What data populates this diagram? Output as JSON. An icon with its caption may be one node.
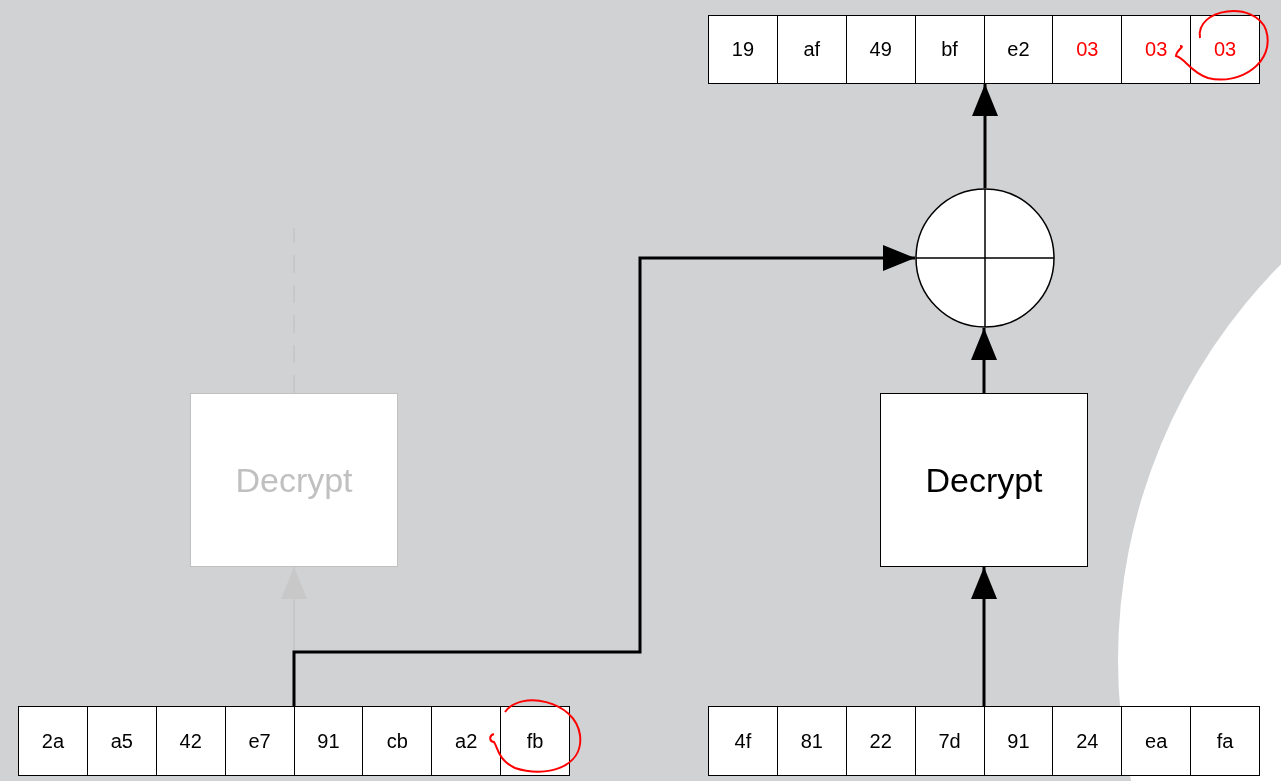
{
  "diagram": {
    "nodes": [
      {
        "text": [],
        "shape": "box"
      },
      {
        "text": [
          "19"
        ],
        "in": 0
      },
      {
        "text": [
          "af"
        ],
        "in": 0
      },
      {
        "text": [
          "49"
        ],
        "in": 0
      },
      {
        "text": [
          "bf"
        ],
        "in": 0
      },
      {
        "text": [
          "e2"
        ],
        "in": 0
      },
      {
        "text": [
          "03"
        ],
        "in": 0
      },
      {
        "text": [
          "03"
        ],
        "in": 0
      },
      {
        "text": [
          "03"
        ],
        "in": 0
      },
      {
        "text": [],
        "shape": "circle"
      },
      {
        "text": [
          "Decrypt"
        ]
      },
      {
        "text": [
          "Decrypt"
        ]
      },
      {
        "text": [],
        "shape": "box"
      },
      {
        "text": [
          "2a"
        ],
        "in": 12
      },
      {
        "text": [
          "a5"
        ],
        "in": 12
      },
      {
        "text": [
          "42"
        ],
        "in": 12
      },
      {
        "text": [
          "e7"
        ],
        "in": 12
      },
      {
        "text": [
          "91"
        ],
        "in": 12
      },
      {
        "text": [
          "cb"
        ],
        "in": 12
      },
      {
        "text": [
          "a2"
        ],
        "in": 12
      },
      {
        "text": [
          "fb"
        ],
        "in": 12
      },
      {
        "text": [],
        "shape": "box"
      },
      {
        "text": [
          "4f"
        ],
        "in": 21
      },
      {
        "text": [
          "81"
        ],
        "in": 21
      },
      {
        "text": [
          "22"
        ],
        "in": 21
      },
      {
        "text": [
          "7d"
        ],
        "in": 21
      },
      {
        "text": [
          "91"
        ],
        "in": 21
      },
      {
        "text": [
          "24"
        ],
        "in": 21
      },
      {
        "text": [
          "ea"
        ],
        "in": 21
      },
      {
        "text": [
          "fa"
        ],
        "in": 21
      }
    ],
    "edges": [
      {
        "from": 9,
        "to": 0,
        "arrow": "to"
      },
      {
        "from": 11,
        "to": 9,
        "arrow": "to"
      },
      {
        "from": 21,
        "to": 11,
        "arrow": "to"
      },
      {
        "from": 12,
        "to": 9,
        "arrow": "to"
      },
      {
        "from": 12,
        "to": 10,
        "arrow": "to",
        "color": "#c8c8c8"
      },
      {
        "from": 10,
        "to": null,
        "arrow": "none",
        "style": "dashed",
        "color": "#c8c8c8"
      }
    ]
  }
}
